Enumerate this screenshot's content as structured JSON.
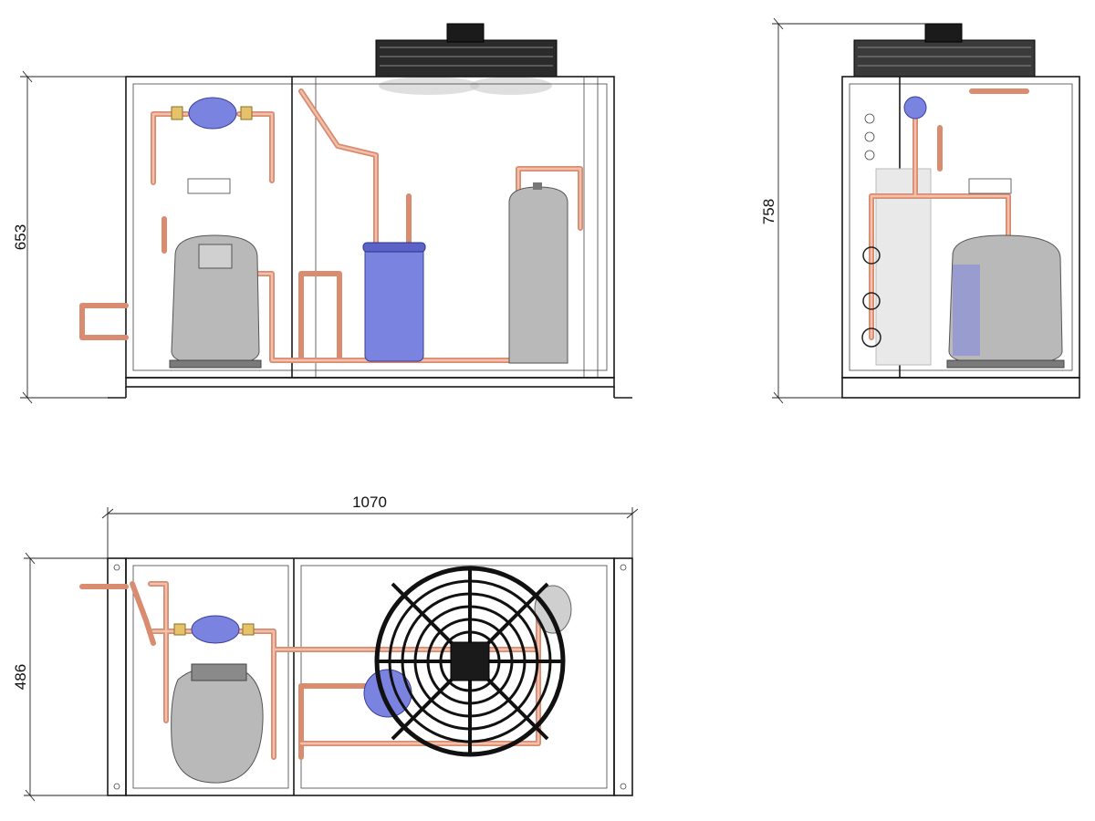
{
  "drawing": {
    "dimensions": {
      "front_height": "653",
      "side_height": "758",
      "top_width": "1070",
      "top_depth": "486"
    }
  },
  "colors": {
    "copper": "#d98c70",
    "receiver_blue": "#7b83e0",
    "compressor_gray": "#b9b9b9",
    "fan_black": "#2b2b2b"
  }
}
